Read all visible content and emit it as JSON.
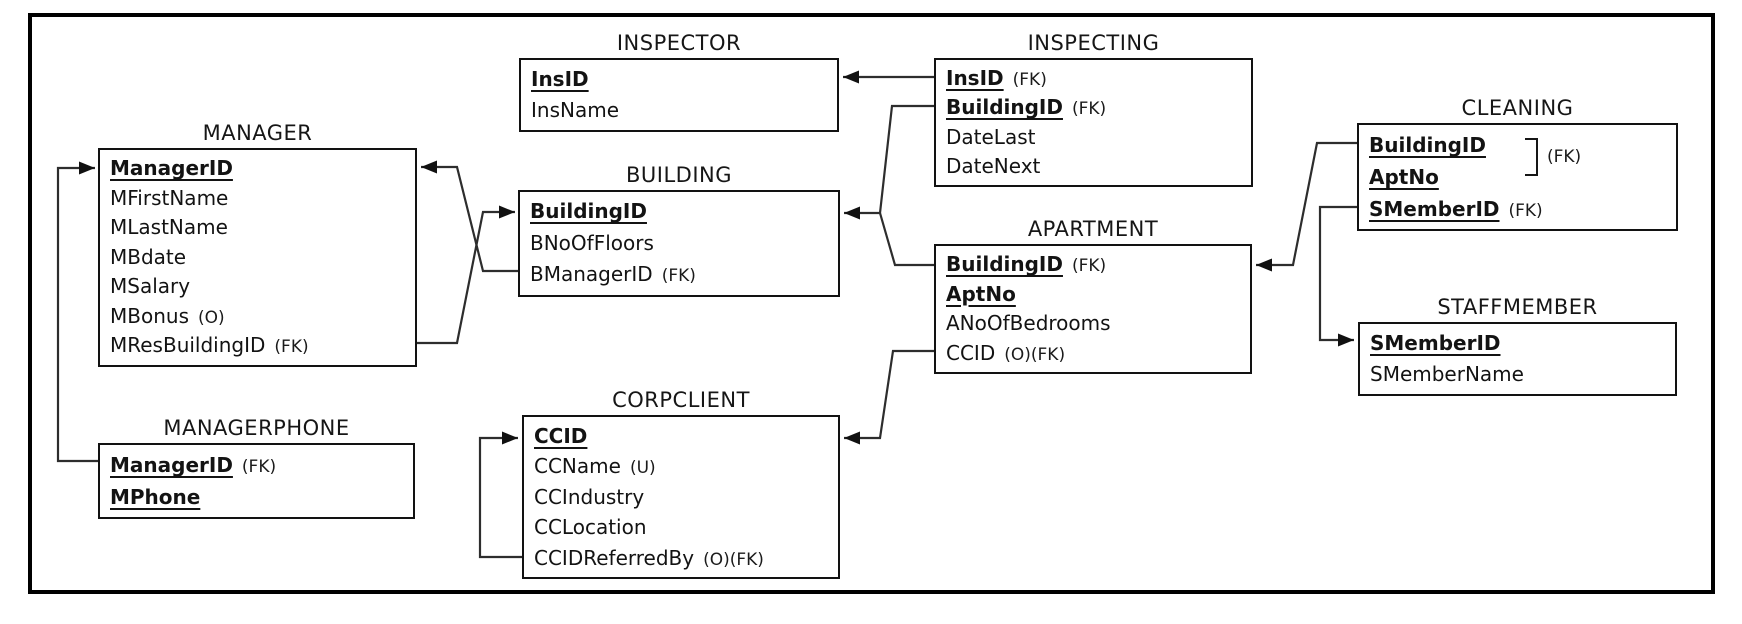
{
  "entities": [
    {
      "id": "manager",
      "title": "MANAGER",
      "attributes": [
        {
          "name": "ManagerID",
          "key": true
        },
        {
          "name": "MFirstName"
        },
        {
          "name": "MLastName"
        },
        {
          "name": "MBdate"
        },
        {
          "name": "MSalary"
        },
        {
          "name": "MBonus",
          "ann": "(O)"
        },
        {
          "name": "MResBuildingID",
          "ann": "(FK)"
        }
      ]
    },
    {
      "id": "managerphone",
      "title": "MANAGERPHONE",
      "attributes": [
        {
          "name": "ManagerID",
          "key": true,
          "ann": "(FK)"
        },
        {
          "name": "MPhone",
          "key": true
        }
      ]
    },
    {
      "id": "inspector",
      "title": "INSPECTOR",
      "attributes": [
        {
          "name": "InsID",
          "key": true
        },
        {
          "name": "InsName"
        }
      ]
    },
    {
      "id": "building",
      "title": "BUILDING",
      "attributes": [
        {
          "name": "BuildingID",
          "key": true
        },
        {
          "name": "BNoOfFloors"
        },
        {
          "name": "BManagerID",
          "ann": "(FK)"
        }
      ]
    },
    {
      "id": "corpclient",
      "title": "CORPCLIENT",
      "attributes": [
        {
          "name": "CCID",
          "key": true
        },
        {
          "name": "CCName",
          "ann": "(U)"
        },
        {
          "name": "CCIndustry"
        },
        {
          "name": "CCLocation"
        },
        {
          "name": "CCIDReferredBy",
          "ann": "(O)(FK)"
        }
      ]
    },
    {
      "id": "inspecting",
      "title": "INSPECTING",
      "attributes": [
        {
          "name": "InsID",
          "key": true,
          "ann": "(FK)"
        },
        {
          "name": "BuildingID",
          "key": true,
          "ann": "(FK)"
        },
        {
          "name": "DateLast"
        },
        {
          "name": "DateNext"
        }
      ]
    },
    {
      "id": "apartment",
      "title": "APARTMENT",
      "attributes": [
        {
          "name": "BuildingID",
          "key": true,
          "ann": "(FK)"
        },
        {
          "name": "AptNo",
          "key": true
        },
        {
          "name": "ANoOfBedrooms"
        },
        {
          "name": "CCID",
          "ann": "(O)(FK)"
        }
      ]
    },
    {
      "id": "cleaning",
      "title": "CLEANING",
      "bracket_label": "(FK)",
      "attributes": [
        {
          "name": "BuildingID",
          "key": true
        },
        {
          "name": "AptNo",
          "key": true
        },
        {
          "name": "SMemberID",
          "key": true,
          "ann": "(FK)"
        }
      ]
    },
    {
      "id": "staffmember",
      "title": "STAFFMEMBER",
      "attributes": [
        {
          "name": "SMemberID",
          "key": true
        },
        {
          "name": "SMemberName"
        }
      ]
    }
  ],
  "relationships": [
    {
      "from": "MANAGERPHONE.ManagerID",
      "to": "MANAGER.ManagerID"
    },
    {
      "from": "BUILDING.BManagerID",
      "to": "MANAGER.ManagerID"
    },
    {
      "from": "MANAGER.MResBuildingID",
      "to": "BUILDING.BuildingID"
    },
    {
      "from": "INSPECTING.InsID",
      "to": "INSPECTOR.InsID"
    },
    {
      "from": "INSPECTING.BuildingID",
      "to": "BUILDING.BuildingID"
    },
    {
      "from": "APARTMENT.BuildingID",
      "to": "BUILDING.BuildingID"
    },
    {
      "from": "CLEANING.BuildingID+AptNo",
      "to": "APARTMENT.BuildingID+AptNo"
    },
    {
      "from": "CLEANING.SMemberID",
      "to": "STAFFMEMBER.SMemberID"
    },
    {
      "from": "APARTMENT.CCID",
      "to": "CORPCLIENT.CCID"
    },
    {
      "from": "CORPCLIENT.CCIDReferredBy",
      "to": "CORPCLIENT.CCID"
    }
  ],
  "colors": {
    "line": "#2d2d2d",
    "border": "#000000",
    "text": "#111111",
    "background": "#ffffff"
  }
}
